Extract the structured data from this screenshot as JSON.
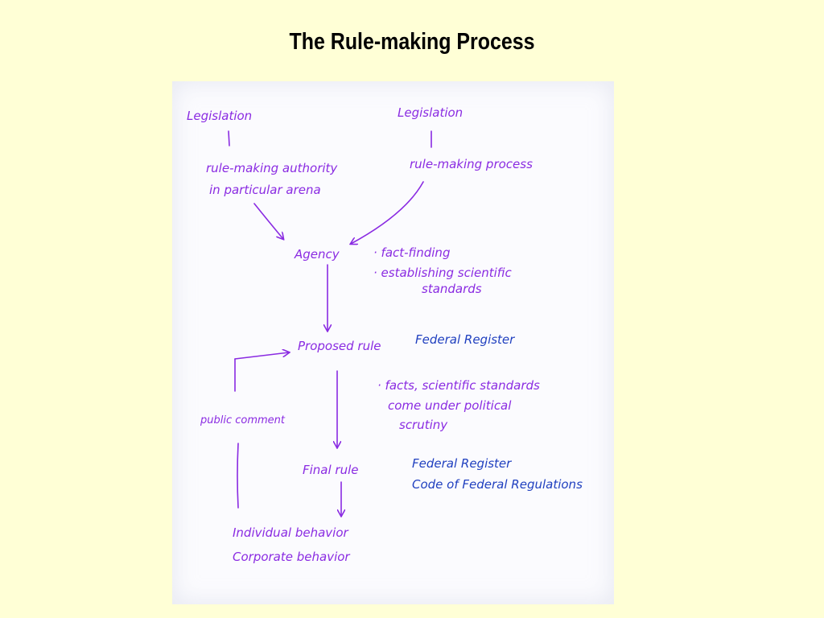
{
  "title": "The Rule-making Process",
  "colors": {
    "background": "#ffffd6",
    "paper": "#fbfbfe",
    "ink_purple": "#8a2be2",
    "ink_blue": "#1f3fbf"
  },
  "diagram": {
    "legislation_left": "Legislation",
    "legislation_right": "Legislation",
    "authority_line1": "rule-making authority",
    "authority_line2": "in particular arena",
    "process_right": "rule-making process",
    "agency": "Agency",
    "agency_note1": "· fact-finding",
    "agency_note2": "· establishing scientific",
    "agency_note3": "standards",
    "proposed_rule": "Proposed rule",
    "proposed_publication": "Federal Register",
    "scrutiny_line1": "· facts, scientific standards",
    "scrutiny_line2": "come under political",
    "scrutiny_line3": "scrutiny",
    "public_comment": "public comment",
    "final_rule": "Final rule",
    "final_publication1": "Federal Register",
    "final_publication2": "Code of Federal Regulations",
    "behavior_line1": "Individual behavior",
    "behavior_line2": "Corporate behavior"
  }
}
